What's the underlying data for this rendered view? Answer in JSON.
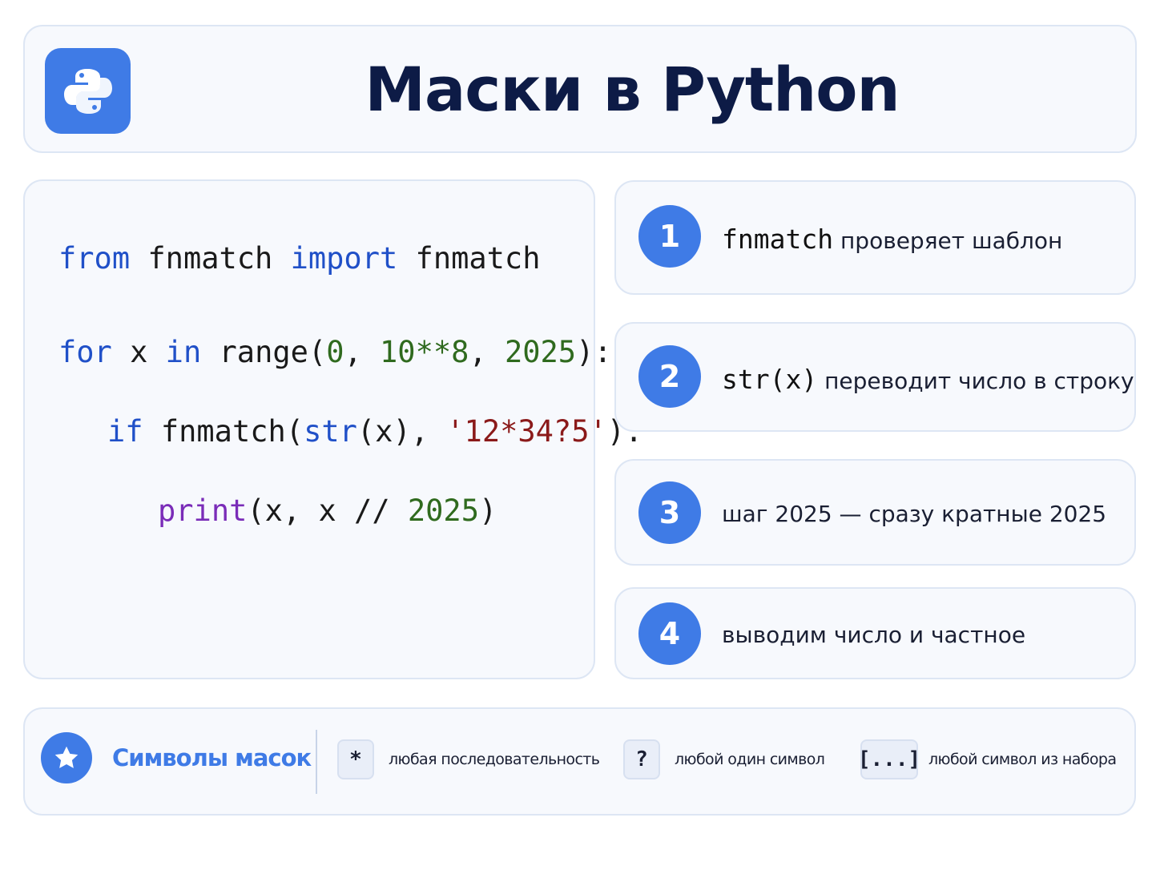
{
  "header": {
    "title": "Маски в Python",
    "logo_icon": "python-logo-icon"
  },
  "code": {
    "line1": {
      "kw_from": "from",
      "module": "fnmatch",
      "kw_import": "import",
      "name": "fnmatch"
    },
    "line2": {
      "kw_for": "for",
      "var": "x",
      "kw_in": "in",
      "func": "range",
      "open": "(",
      "a": "0",
      "sep1": ", ",
      "b": "10**8",
      "sep2": ", ",
      "c": "2025",
      "close": "):"
    },
    "line3": {
      "kw_if": "if",
      "func": "fnmatch",
      "open": "(",
      "builtin": "str",
      "args": "(x), ",
      "pattern": "'12*34?5'",
      "close": "):"
    },
    "line4": {
      "builtin": "print",
      "open": "(x, x // ",
      "num": "2025",
      "close": ")"
    }
  },
  "steps": [
    {
      "number": "1",
      "code": "fnmatch",
      "text": "проверяет шаблон"
    },
    {
      "number": "2",
      "code": "str(x)",
      "text": "переводит число в строку"
    },
    {
      "number": "3",
      "code": "",
      "text": "шаг 2025 — сразу кратные 2025"
    },
    {
      "number": "4",
      "code": "",
      "text": "выводим число и частное"
    }
  ],
  "legend": {
    "title": "Символы масок",
    "icon": "star-icon",
    "items": [
      {
        "symbol": "*",
        "description": "любая последовательность"
      },
      {
        "symbol": "?",
        "description": "любой один символ"
      },
      {
        "symbol": "[...]",
        "description": "любой символ из набора"
      }
    ]
  },
  "colors": {
    "accent": "#3f7be6",
    "title": "#0d1b46",
    "keyword": "#2050c8",
    "number": "#2f6a1e",
    "string": "#8b1a1a",
    "builtin": "#7a2cb8"
  }
}
